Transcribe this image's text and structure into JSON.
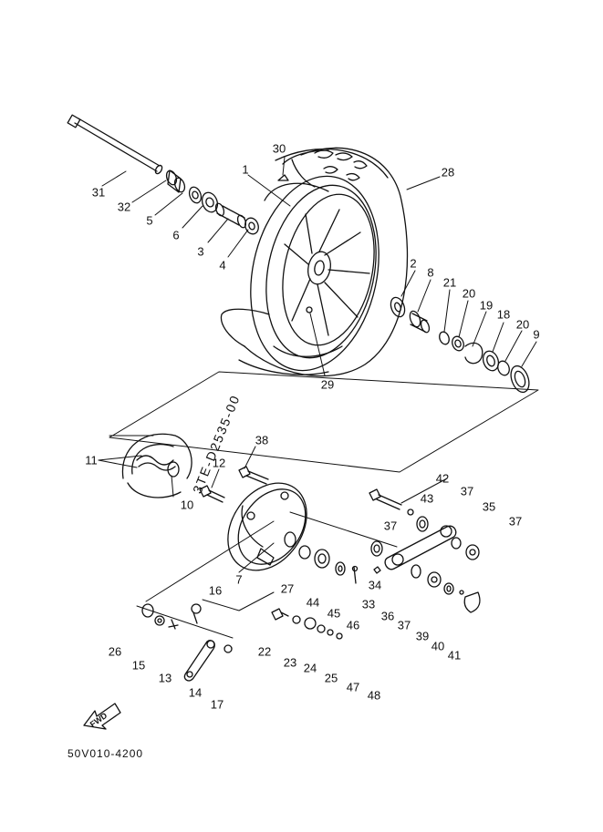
{
  "diagram": {
    "code": "50V010-4200",
    "handwritten_note": "3TE-D2535-00",
    "fwd_label": "FWD",
    "callouts": {
      "c1": "1",
      "c2": "2",
      "c3": "3",
      "c4": "4",
      "c5": "5",
      "c6": "6",
      "c7": "7",
      "c8": "8",
      "c9": "9",
      "c10": "10",
      "c11": "11",
      "c12": "12",
      "c13": "13",
      "c14": "14",
      "c15": "15",
      "c16": "16",
      "c17": "17",
      "c18": "18",
      "c19": "19",
      "c20a": "20",
      "c20b": "20",
      "c21": "21",
      "c22": "22",
      "c23": "23",
      "c24": "24",
      "c25": "25",
      "c26": "26",
      "c27": "27",
      "c28": "28",
      "c29": "29",
      "c30": "30",
      "c31": "31",
      "c32": "32",
      "c33": "33",
      "c34": "34",
      "c35": "35",
      "c36": "36",
      "c37a": "37",
      "c37b": "37",
      "c37c": "37",
      "c37d": "37",
      "c38": "38",
      "c39": "39",
      "c40": "40",
      "c41": "41",
      "c42": "42",
      "c43": "43",
      "c44": "44",
      "c45": "45",
      "c46": "46",
      "c47": "47",
      "c48": "48"
    }
  }
}
